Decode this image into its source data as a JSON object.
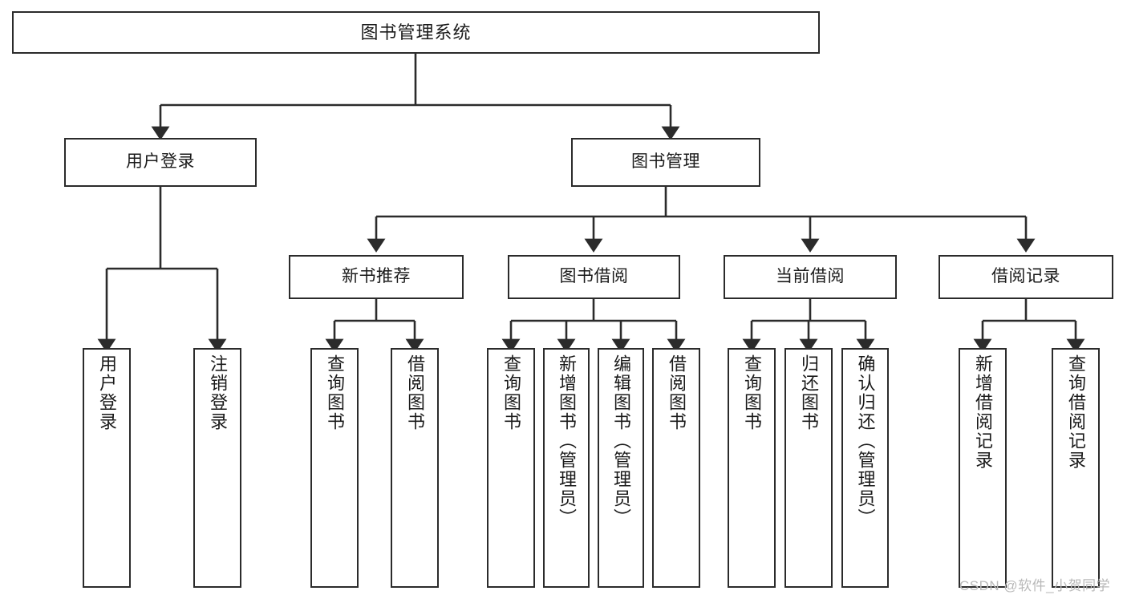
{
  "diagram": {
    "type": "tree",
    "title": "图书管理系统",
    "orientation": "top-down",
    "root": {
      "id": "root",
      "label": "图书管理系统"
    },
    "level2": [
      {
        "id": "user-login",
        "label": "用户登录"
      },
      {
        "id": "book-manage",
        "label": "图书管理"
      }
    ],
    "level3": [
      {
        "id": "new-book-rec",
        "label": "新书推荐",
        "parent": "book-manage"
      },
      {
        "id": "book-borrow",
        "label": "图书借阅",
        "parent": "book-manage"
      },
      {
        "id": "current-borrow",
        "label": "当前借阅",
        "parent": "book-manage"
      },
      {
        "id": "borrow-record",
        "label": "借阅记录",
        "parent": "book-manage"
      }
    ],
    "leaves": [
      {
        "id": "leaf-user-login",
        "label": "用户登录",
        "parent": "user-login"
      },
      {
        "id": "leaf-logout",
        "label": "注销登录",
        "parent": "user-login"
      },
      {
        "id": "leaf-query-book-1",
        "label": "查询图书",
        "parent": "new-book-rec"
      },
      {
        "id": "leaf-borrow-book-1",
        "label": "借阅图书",
        "parent": "new-book-rec"
      },
      {
        "id": "leaf-query-book-2",
        "label": "查询图书",
        "parent": "book-borrow"
      },
      {
        "id": "leaf-add-book",
        "label": "新增图书（管理员）",
        "parent": "book-borrow"
      },
      {
        "id": "leaf-edit-book",
        "label": "编辑图书（管理员）",
        "parent": "book-borrow"
      },
      {
        "id": "leaf-borrow-book-2",
        "label": "借阅图书",
        "parent": "book-borrow"
      },
      {
        "id": "leaf-query-book-3",
        "label": "查询图书",
        "parent": "current-borrow"
      },
      {
        "id": "leaf-return-book",
        "label": "归还图书",
        "parent": "current-borrow"
      },
      {
        "id": "leaf-confirm-return",
        "label": "确认归还（管理员）",
        "parent": "current-borrow"
      },
      {
        "id": "leaf-add-record",
        "label": "新增借阅记录",
        "parent": "borrow-record"
      },
      {
        "id": "leaf-query-record",
        "label": "查询借阅记录",
        "parent": "borrow-record"
      }
    ],
    "colors": {
      "stroke": "#2b2b2b",
      "fill": "#ffffff",
      "text": "#1a1a1a",
      "watermark": "#b9b9b9"
    }
  },
  "watermark": {
    "text": "CSDN @软件_小贺同学"
  }
}
